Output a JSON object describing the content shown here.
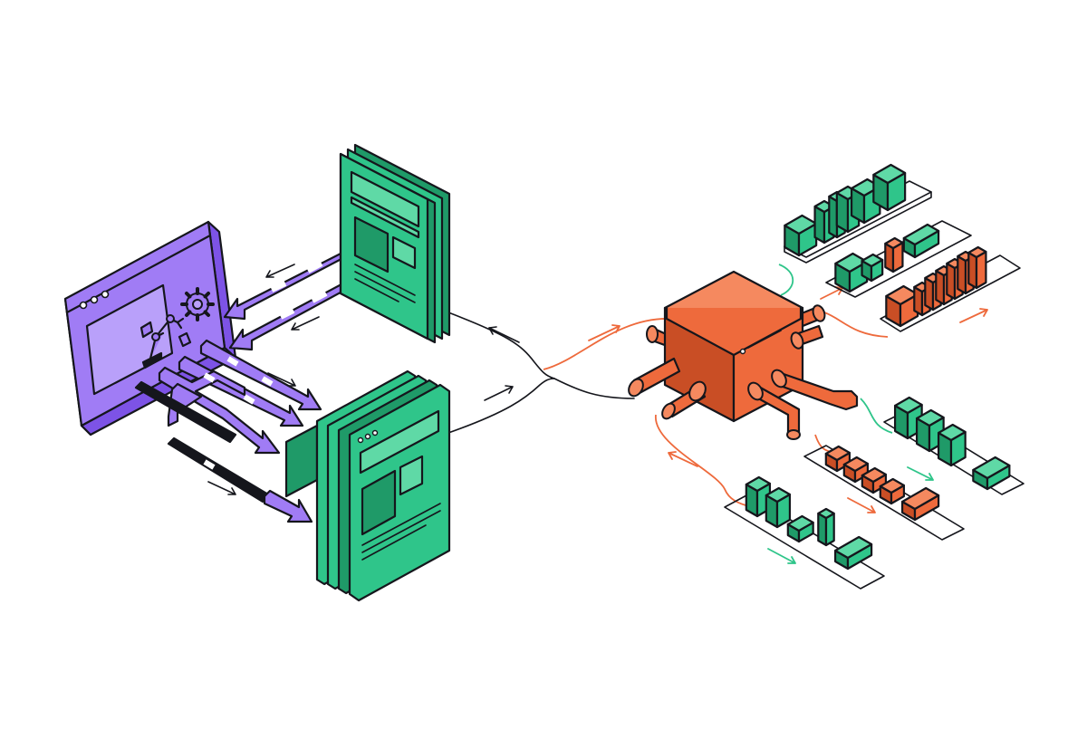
{
  "colors": {
    "ink": "#15161c",
    "purple": "#a07cf5",
    "purple_dark": "#7d53e6",
    "purple_light": "#b9a0fa",
    "green": "#2fc58a",
    "green_dark": "#1f9a68",
    "green_light": "#5fd9a6",
    "orange": "#ee6a3c",
    "orange_dark": "#c94e25",
    "orange_light": "#f5895f",
    "background": "#ffffff"
  },
  "icons": {
    "app_window": "browser-window-with-robot-arm-and-gear",
    "page_stacks": "document-page-stack",
    "hub": "orange-pipe-junction-box",
    "clusters": "isometric-block-tray"
  }
}
